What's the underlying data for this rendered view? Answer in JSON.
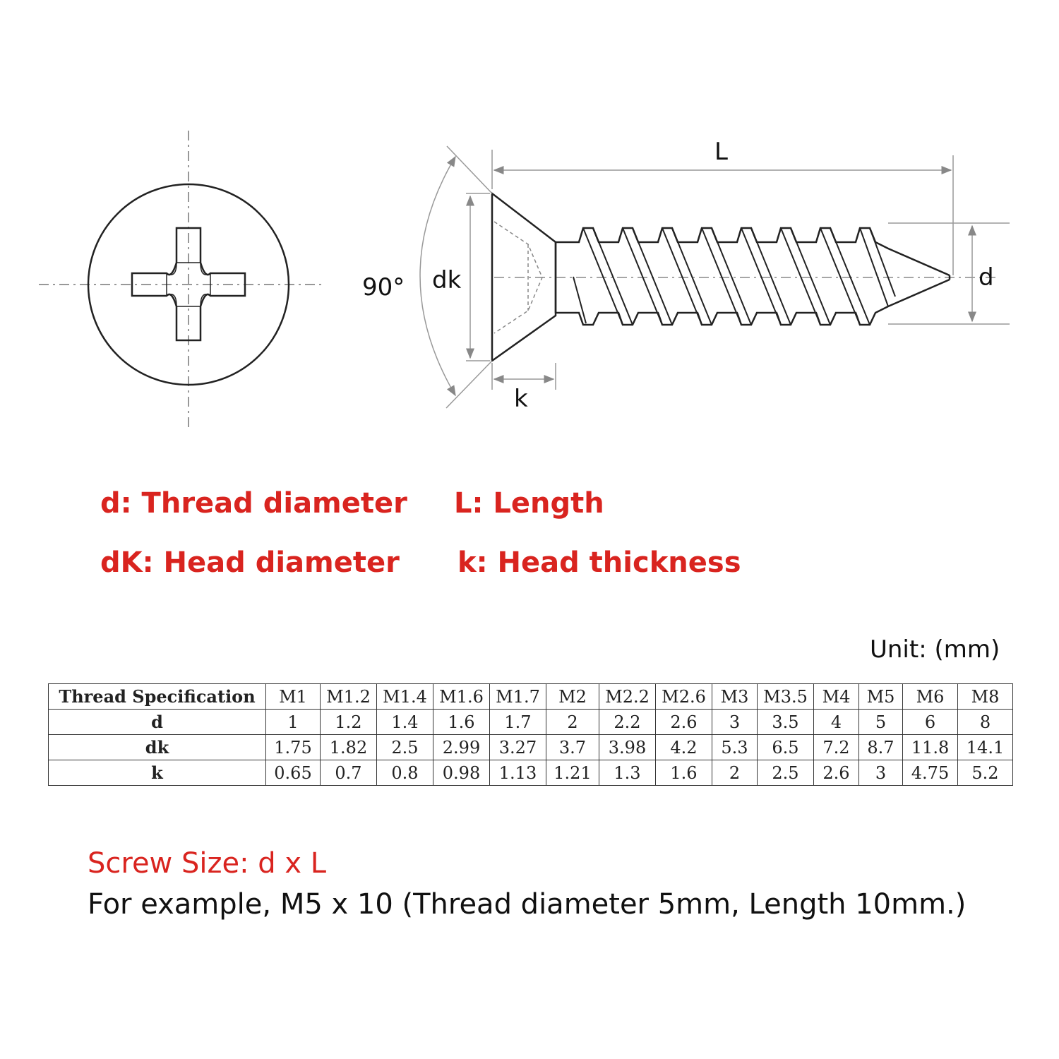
{
  "labels": {
    "length": "L",
    "angle": "90°",
    "head_diameter": "dk",
    "thread_diameter": "d",
    "head_thickness": "k"
  },
  "legend": {
    "d": "d: Thread diameter",
    "L": "L: Length",
    "dk": "dK: Head diameter",
    "k": "k: Head thickness"
  },
  "unit": "Unit: (mm)",
  "table": {
    "row_headers": [
      "Thread Specification",
      "d",
      "dk",
      "k"
    ],
    "specs": [
      "M1",
      "M1.2",
      "M1.4",
      "M1.6",
      "M1.7",
      "M2",
      "M2.2",
      "M2.6",
      "M3",
      "M3.5",
      "M4",
      "M5",
      "M6",
      "M8"
    ],
    "d": [
      "1",
      "1.2",
      "1.4",
      "1.6",
      "1.7",
      "2",
      "2.2",
      "2.6",
      "3",
      "3.5",
      "4",
      "5",
      "6",
      "8"
    ],
    "dk": [
      "1.75",
      "1.82",
      "2.5",
      "2.99",
      "3.27",
      "3.7",
      "3.98",
      "4.2",
      "5.3",
      "6.5",
      "7.2",
      "8.7",
      "11.8",
      "14.1"
    ],
    "k": [
      "0.65",
      "0.7",
      "0.8",
      "0.98",
      "1.13",
      "1.21",
      "1.3",
      "1.6",
      "2",
      "2.5",
      "2.6",
      "3",
      "4.75",
      "5.2"
    ]
  },
  "screw_size": {
    "title": "Screw Size: d x L",
    "example": "For example, M5 x 10 (Thread diameter 5mm, Length 10mm.)"
  },
  "colors": {
    "accent": "#d9241f",
    "line": "#222222",
    "dim": "#999999"
  }
}
